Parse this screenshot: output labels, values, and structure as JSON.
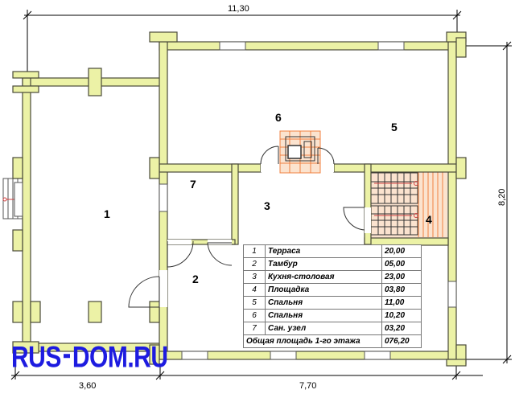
{
  "dimensions": {
    "top_width": "11,30",
    "right_height": "8,20",
    "bottom_left": "3,60",
    "bottom_right": "7,70"
  },
  "rooms": [
    "1",
    "2",
    "3",
    "4",
    "5",
    "6",
    "7"
  ],
  "legend": {
    "rows": [
      {
        "n": "1",
        "name": "Терраса",
        "area": "20,00"
      },
      {
        "n": "2",
        "name": "Тамбур",
        "area": "05,00"
      },
      {
        "n": "3",
        "name": "Кухня-столовая",
        "area": "23,00"
      },
      {
        "n": "4",
        "name": "Площадка",
        "area": "03,80"
      },
      {
        "n": "5",
        "name": "Спальня",
        "area": "11,00"
      },
      {
        "n": "6",
        "name": "Спальня",
        "area": "10,20"
      },
      {
        "n": "7",
        "name": "Сан. узел",
        "area": "03,20"
      }
    ],
    "total_label": "Общая площадь 1-го этажа",
    "total_area": "076,20"
  },
  "logo": {
    "part1": "RUS",
    "part2": "DOM",
    "part3": ".RU"
  },
  "colors": {
    "wall": "#ecf2a6",
    "wall_stroke": "#4a4a3a",
    "stair": "#fbe3cf",
    "stair_line": "#f08040",
    "logo": "#1d1be0"
  }
}
